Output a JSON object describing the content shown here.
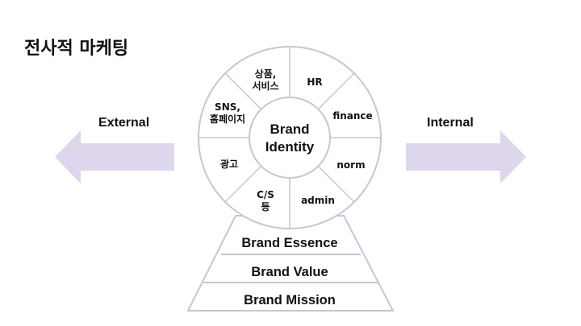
{
  "title": "전사적 마케팅",
  "left_label": "External",
  "right_label": "Internal",
  "center": [
    "Brand",
    "Identity"
  ],
  "external_segments": [
    [
      "상품,",
      "서비스"
    ],
    [
      "SNS,",
      "홈페이지"
    ],
    [
      "광고"
    ],
    [
      "C/S",
      "등"
    ]
  ],
  "internal_segments": [
    [
      "HR"
    ],
    [
      "finance"
    ],
    [
      "norm"
    ],
    [
      "admin"
    ]
  ],
  "pyramid": [
    "Brand Essence",
    "Brand Value",
    "Brand Mission"
  ],
  "colors": {
    "stroke": "#c9c3dc",
    "arrow_fill": "#ddd6ec",
    "text": "#111111"
  }
}
